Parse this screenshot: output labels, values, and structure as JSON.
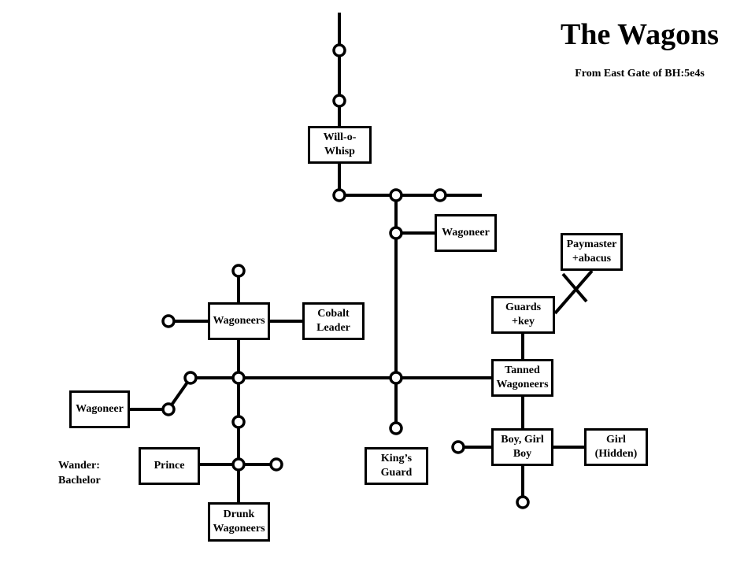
{
  "title": "The Wagons",
  "subtitle": "From East Gate of BH:5e4s",
  "rooms": {
    "will_o_whisp": "Will-o-\nWhisp",
    "wagoneer_upper": "Wagoneer",
    "paymaster": "Paymaster\n+abacus",
    "guards": "Guards\n+key",
    "wagoneers": "Wagoneers",
    "cobalt_leader": "Cobalt\nLeader",
    "tanned_wagoneers": "Tanned\nWagoneers",
    "wagoneer_left": "Wagoneer",
    "kings_guard": "King’s\nGuard",
    "boy_girl_boy": "Boy, Girl\nBoy",
    "girl_hidden": "Girl\n(Hidden)",
    "prince": "Prince",
    "drunk_wagoneers": "Drunk\nWagoneers"
  },
  "note": "Wander:\nBachelor"
}
